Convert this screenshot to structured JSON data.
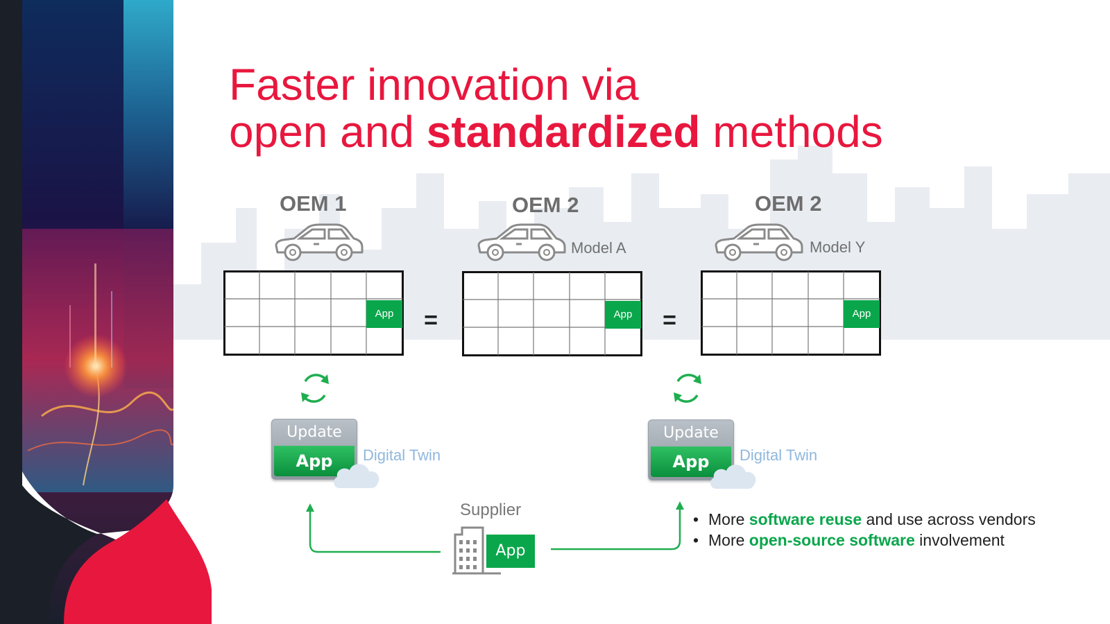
{
  "title": {
    "line1": "Faster innovation via",
    "line2_before": "open and ",
    "line2_bold": "standardized",
    "line2_after": " methods"
  },
  "oems": [
    {
      "label": "OEM 1",
      "model": "",
      "app": "App"
    },
    {
      "label": "OEM 2",
      "model": "Model A",
      "app": "App"
    },
    {
      "label": "OEM 2",
      "model": "Model Y",
      "app": "App"
    }
  ],
  "equals": [
    "=",
    "="
  ],
  "updates": [
    {
      "update": "Update",
      "app": "App",
      "twin": "Digital Twin"
    },
    {
      "update": "Update",
      "app": "App",
      "twin": "Digital Twin"
    }
  ],
  "supplier": {
    "label": "Supplier",
    "app": "App"
  },
  "bullets": [
    {
      "dot": "•",
      "before": "More ",
      "highlight": "software reuse",
      "after": " and use across vendors"
    },
    {
      "dot": "•",
      "before": "More ",
      "highlight": "open-source software",
      "after": " involvement"
    }
  ],
  "colors": {
    "title": "#e8173e",
    "app_green": "#0aa64b",
    "arrow_green": "#1fae4f",
    "digital_twin": "#8fb7dd",
    "skyline": "#e9edf2"
  },
  "icons": [
    "car-icon",
    "sync-icon",
    "cloud-icon",
    "building-icon"
  ]
}
